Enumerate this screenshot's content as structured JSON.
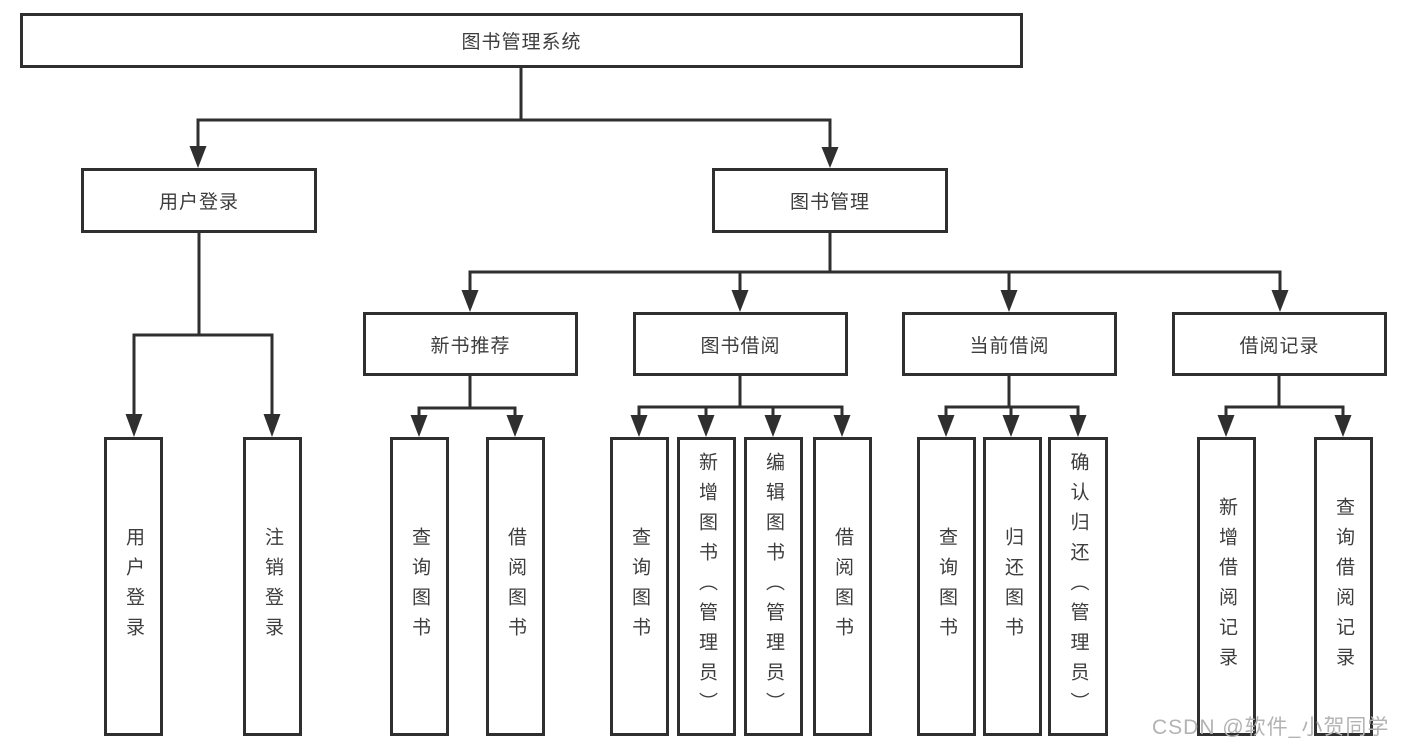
{
  "colors": {
    "line": "#2f2f2f",
    "text": "#3d3d3d",
    "box_background": "#ffffff",
    "watermark": "#b3b3b3"
  },
  "watermark": {
    "text": "CSDN @软件_小贺同学"
  },
  "tree": {
    "root": {
      "label": "图书管理系统"
    },
    "branches": [
      {
        "label": "用户登录",
        "children": [
          {
            "label": "用户登录"
          },
          {
            "label": "注销登录"
          }
        ]
      },
      {
        "label": "图书管理",
        "children": [
          {
            "label": "新书推荐",
            "children": [
              {
                "label": "查询图书"
              },
              {
                "label": "借阅图书"
              }
            ]
          },
          {
            "label": "图书借阅",
            "children": [
              {
                "label": "查询图书"
              },
              {
                "label": "新增图书（管理员）"
              },
              {
                "label": "编辑图书（管理员）"
              },
              {
                "label": "借阅图书"
              }
            ]
          },
          {
            "label": "当前借阅",
            "children": [
              {
                "label": "查询图书"
              },
              {
                "label": "归还图书"
              },
              {
                "label": "确认归还（管理员）"
              }
            ]
          },
          {
            "label": "借阅记录",
            "children": [
              {
                "label": "新增借阅记录"
              },
              {
                "label": "查询借阅记录"
              }
            ]
          }
        ]
      }
    ]
  }
}
